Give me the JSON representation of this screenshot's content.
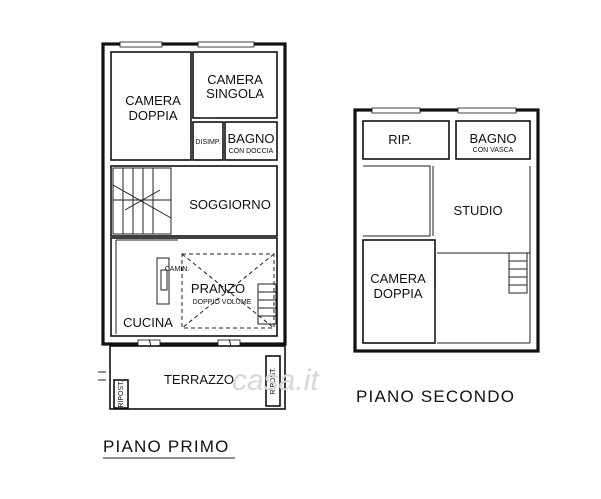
{
  "floors": {
    "primo": {
      "title": "PIANO   PRIMO",
      "rooms": {
        "camera_doppia": [
          "CAMERA",
          "DOPPIA"
        ],
        "camera_singola": [
          "CAMERA",
          "SINGOLA"
        ],
        "disimp": "DISIMP.",
        "bagno": "BAGNO",
        "bagno_sub": "CON DOCCIA",
        "soggiorno": "SOGGIORNO",
        "camin": "CAMIN.",
        "pranzo": "PRANZO",
        "pranzo_sub": "DOPPIO VOLUME",
        "cucina": "CUCINA",
        "terrazzo": "TERRAZZO",
        "ripost_left": "RIPOST.",
        "ripost_right": "RIPOST."
      }
    },
    "secondo": {
      "title": "PIANO   SECONDO",
      "rooms": {
        "rip": "RIP.",
        "bagno": "BAGNO",
        "bagno_sub": "CON VASCA",
        "studio": "STUDIO",
        "camera_doppia": [
          "CAMERA",
          "DOPPIA"
        ]
      }
    }
  },
  "watermark": "casa.it"
}
